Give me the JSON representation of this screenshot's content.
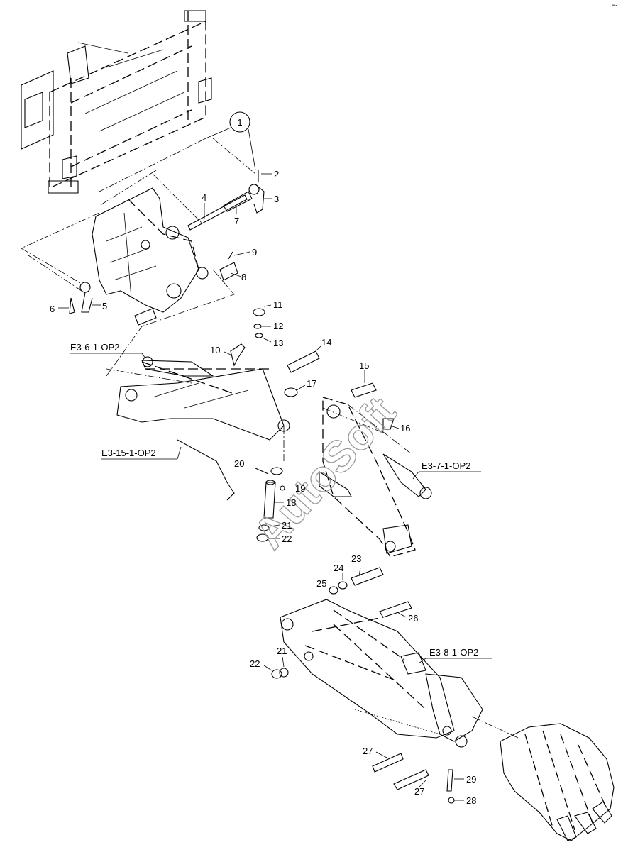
{
  "diagram": {
    "callout_circle": "1",
    "watermark": "AutoSoft",
    "labels": [
      "2",
      "3",
      "4",
      "7",
      "9",
      "8",
      "6",
      "5",
      "11",
      "12",
      "13",
      "10",
      "14",
      "15",
      "16",
      "17",
      "20",
      "19",
      "18",
      "21",
      "22",
      "23",
      "24",
      "25",
      "26",
      "21",
      "22",
      "27",
      "29",
      "27",
      "28"
    ],
    "references": [
      "E3-6-1-OP2",
      "E3-15-1-OP2",
      "E3-7-1-OP2",
      "E3-8-1-OP2"
    ],
    "corner_mark": "⌐-"
  }
}
